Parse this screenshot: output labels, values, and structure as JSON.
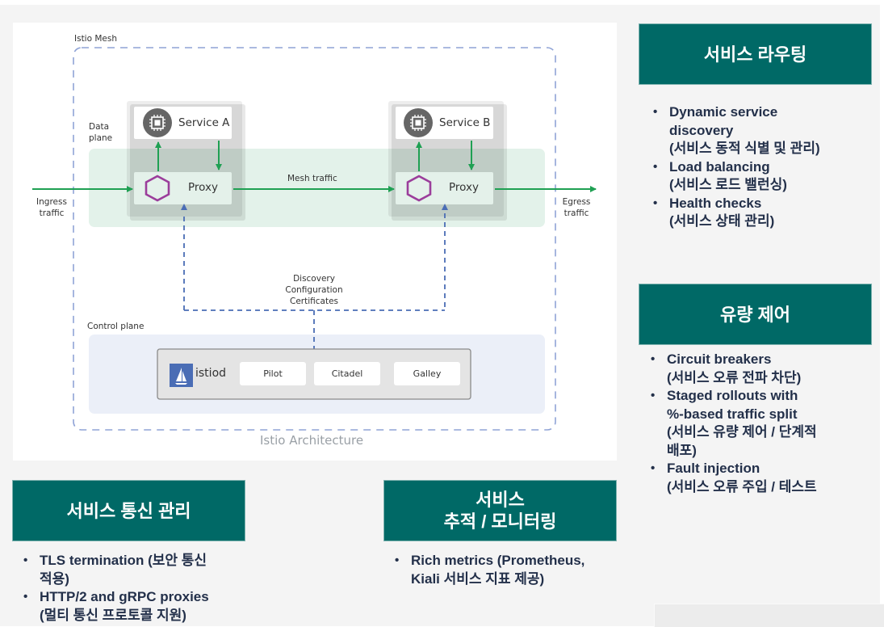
{
  "diagram": {
    "mesh_label": "Istio Mesh",
    "data_plane_label": [
      "Data",
      "plane"
    ],
    "control_plane_label": "Control plane",
    "services": [
      {
        "name": "Service A",
        "proxy": "Proxy",
        "icon": "chip-icon",
        "proxy_icon": "hexagon-icon"
      },
      {
        "name": "Service B",
        "proxy": "Proxy",
        "icon": "chip-icon",
        "proxy_icon": "hexagon-icon"
      }
    ],
    "mesh_traffic_label": "Mesh traffic",
    "ingress_label": [
      "Ingress",
      "traffic"
    ],
    "egress_label": [
      "Egress",
      "traffic"
    ],
    "control_flow_label": [
      "Discovery",
      "Configuration",
      "Certificates"
    ],
    "istiod": {
      "label": "istiod",
      "icon": "sailboat-icon",
      "components": [
        "Pilot",
        "Citadel",
        "Galley"
      ]
    },
    "caption": "Istio Architecture",
    "colors": {
      "traffic_arrow": "#1fa053",
      "control_dash": "#4a6db5",
      "mesh_border": "#8fa3d6",
      "data_plane_bg": "#e3f2ea",
      "control_plane_bg": "#ebeff8",
      "proxy_hexagon": "#9b3d9b",
      "istiod_icon_bg": "#4a6db5"
    }
  },
  "cards": {
    "routing": {
      "title": [
        "서비스 라우팅"
      ],
      "bullets": [
        [
          "Dynamic service",
          "discovery",
          "(서비스 동적 식별 및 관리)"
        ],
        [
          "Load balancing",
          "(서비스 로드 밸런싱)"
        ],
        [
          "Health checks",
          "(서비스 상태 관리)"
        ]
      ]
    },
    "traffic": {
      "title": [
        "유량 제어"
      ],
      "bullets": [
        [
          "Circuit breakers",
          "(서비스 오류 전파 차단)"
        ],
        [
          "Staged rollouts with",
          "%-based traffic split",
          "(서비스 유량 제어 / 단계적",
          "배포)"
        ],
        [
          "Fault injection",
          "(서비스 오류 주입 / 테스트"
        ]
      ]
    },
    "communication": {
      "title": [
        "서비스 통신 관리"
      ],
      "bullets": [
        [
          "TLS termination (보안 통신",
          "적용)"
        ],
        [
          "HTTP/2 and gRPC proxies",
          "(멀티 통신 프로토콜 지원)"
        ]
      ]
    },
    "monitoring": {
      "title": [
        "서비스",
        "추적 / 모니터링"
      ],
      "bullets": [
        [
          "Rich metrics (Prometheus,",
          "Kiali 서비스 지표 제공)"
        ]
      ]
    },
    "colors": {
      "header_bg": "#006966",
      "header_text": "#ffffff",
      "bullet_text": "#23304a"
    }
  }
}
